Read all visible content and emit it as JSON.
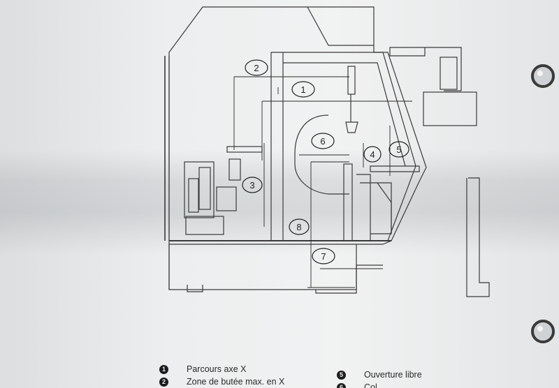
{
  "diagram": {
    "callouts": [
      {
        "num": "1",
        "label": "1"
      },
      {
        "num": "2",
        "label": "2"
      },
      {
        "num": "3",
        "label": "3"
      },
      {
        "num": "4",
        "label": "4"
      },
      {
        "num": "5",
        "label": "5"
      },
      {
        "num": "6",
        "label": "6"
      },
      {
        "num": "7",
        "label": "7"
      },
      {
        "num": "8",
        "label": "8"
      }
    ]
  },
  "legend": {
    "items": [
      {
        "num": "1",
        "text": "Parcours axe X"
      },
      {
        "num": "2",
        "text": "Zone de butée max. en X"
      },
      {
        "num": "5",
        "text": "Ouverture libre"
      },
      {
        "num": "6",
        "text": "Col..."
      }
    ]
  }
}
